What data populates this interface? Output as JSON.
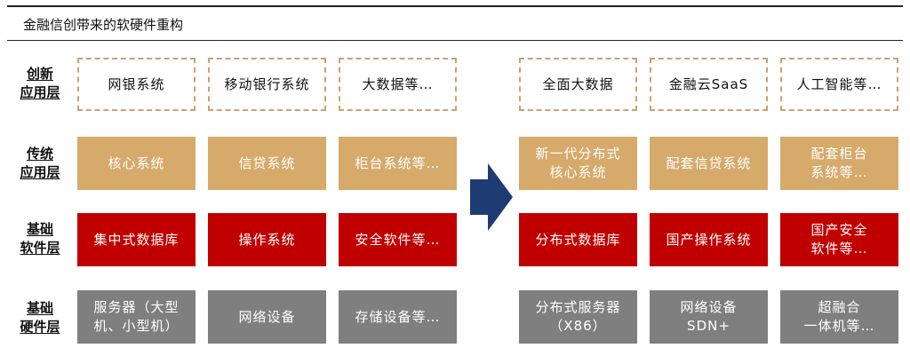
{
  "title": "金融信创带来的软硬件重构",
  "layers": [
    {
      "label_line1": "创新",
      "label_line2": "应用层"
    },
    {
      "label_line1": "传统",
      "label_line2": "应用层"
    },
    {
      "label_line1": "基础",
      "label_line2": "软件层"
    },
    {
      "label_line1": "基础",
      "label_line2": "硬件层"
    }
  ],
  "before": {
    "row1": [
      "网银系统",
      "移动银行系统",
      "大数据等…"
    ],
    "row2": [
      "核心系统",
      "信贷系统",
      "柜台系统等…"
    ],
    "row3": [
      "集中式数据库",
      "操作系统",
      "安全软件等…"
    ],
    "row4": [
      "服务器（大型\n机、小型机）",
      "网络设备",
      "存储设备等…"
    ]
  },
  "after": {
    "row1": [
      "全面大数据",
      "金融云SaaS",
      "人工智能等…"
    ],
    "row2": [
      "新一代分布式\n核心系统",
      "配套信贷系统",
      "配套柜台\n系统等…"
    ],
    "row3": [
      "分布式数据库",
      "国产操作系统",
      "国产安全\n软件等…"
    ],
    "row4": [
      "分布式服务器\n（X86）",
      "网络设备\nSDN+",
      "超融合\n一体机等…"
    ]
  },
  "colors": {
    "dashed_border": "#c9a26f",
    "traditional": "#d5aa6b",
    "software": "#c00000",
    "hardware": "#7f7f7f",
    "arrow": "#1f3b73"
  },
  "icons": {
    "transition_arrow": "right-arrow-icon"
  }
}
